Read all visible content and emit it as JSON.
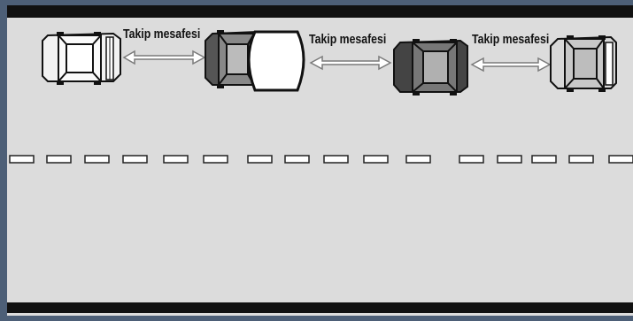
{
  "diagram": {
    "labels": [
      {
        "id": "gap-1",
        "text": "Takip mesafesi"
      },
      {
        "id": "gap-2",
        "text": "Takip mesafesi"
      },
      {
        "id": "gap-3",
        "text": "Takip mesafesi"
      }
    ],
    "vehicles": [
      {
        "id": "car-1",
        "kind": "car",
        "shade": "light"
      },
      {
        "id": "car-2",
        "kind": "car",
        "shade": "dark"
      },
      {
        "id": "obstacle",
        "kind": "rounded-obstacle",
        "shade": "white"
      },
      {
        "id": "car-3",
        "kind": "car",
        "shade": "dark"
      },
      {
        "id": "car-4",
        "kind": "car",
        "shade": "light"
      }
    ],
    "colors": {
      "frame": "#4d5f77",
      "road": "#dcdcdc",
      "edge_line": "#111111",
      "lane_dash_fill": "#ffffff",
      "arrow": "#7a7a7a"
    },
    "arrow_style": "double-headed",
    "lane_marking": "dashed-center-line"
  }
}
